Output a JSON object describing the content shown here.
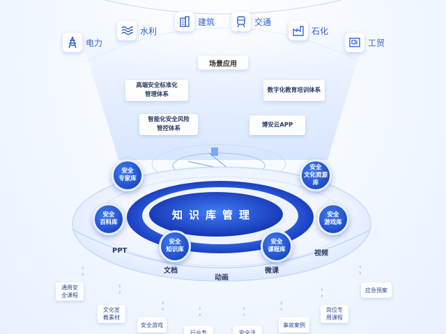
{
  "industries": [
    {
      "label": "电力",
      "icon": "power-tower-icon"
    },
    {
      "label": "水利",
      "icon": "water-waves-icon"
    },
    {
      "label": "建筑",
      "icon": "building-icon"
    },
    {
      "label": "交通",
      "icon": "train-icon"
    },
    {
      "label": "石化",
      "icon": "factory-icon"
    },
    {
      "label": "工贸",
      "icon": "machine-icon"
    }
  ],
  "scene": {
    "title": "场景应用"
  },
  "applications": [
    {
      "label": "高端安全标准化\n管理体系"
    },
    {
      "label": "数字化教育培训体系"
    },
    {
      "label": "智能化安全风险\n管控体系"
    },
    {
      "label": "博安云APP"
    }
  ],
  "core": {
    "title": "知识库管理"
  },
  "libraries": [
    {
      "label": "安全\n专家库"
    },
    {
      "label": "安全\n文化资源库"
    },
    {
      "label": "安全\n百科库"
    },
    {
      "label": "安全\n游戏库"
    },
    {
      "label": "安全\n知识库"
    },
    {
      "label": "安全\n课程库"
    }
  ],
  "media": [
    "PPT",
    "文档",
    "动画",
    "微课",
    "视频"
  ],
  "resources": [
    {
      "label": "通用安\n全课程"
    },
    {
      "label": "文化宣\n教素材"
    },
    {
      "label": "安全游戏"
    },
    {
      "label": "行业专"
    },
    {
      "label": "安全法"
    },
    {
      "label": "事故案例"
    },
    {
      "label": "岗位专\n用课程"
    },
    {
      "label": "应急预案"
    }
  ],
  "colors": {
    "primary": "#1f4fd6",
    "accent": "#3b7bf0",
    "text": "#2b63d8"
  }
}
